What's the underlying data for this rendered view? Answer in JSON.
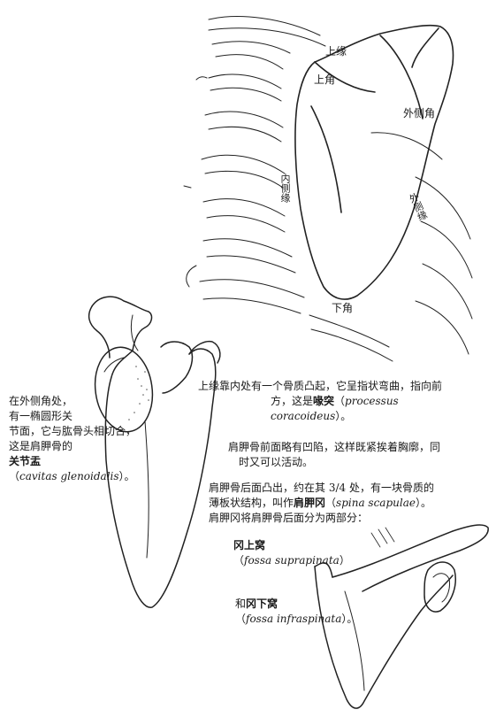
{
  "labels": {
    "upper_border": "上缘",
    "upper_angle": "上角",
    "lateral_angle": "外侧角",
    "medial_border": "内侧缘",
    "lateral_border": "外侧缘",
    "lower_angle": "下角"
  },
  "glenoid_note": {
    "line1": "在外侧角处，",
    "line2": "有一椭圆形关",
    "line3": "节面，它与肱骨头相切合，",
    "line4": "这是肩胛骨的",
    "term": "关节盂",
    "latin_open": "（",
    "latin": "cavitas glenoidalis",
    "latin_close": "）。"
  },
  "coracoid_note": {
    "line1": "上缘靠内处有一个骨质凸起，它呈指状弯曲，指向前",
    "line2_pre": "方，这是",
    "term": "喙突",
    "latin_open": "（",
    "latin": "processus coracoideus",
    "latin_close": "）。"
  },
  "front_note": {
    "line1": "肩胛骨前面略有凹陷，这样既紧挨着胸廓，同",
    "line2": "时又可以活动。"
  },
  "spine_note": {
    "line1": "肩胛骨后面凸出，约在其 3/4 处，有一块骨质的",
    "line2_pre": "薄板状结构，叫作",
    "term": "肩胛冈",
    "latin_open": "（",
    "latin": "spina scapulae",
    "latin_close": "）。",
    "line3": "肩胛冈将肩胛骨后面分为两部分："
  },
  "fossae": {
    "supra_term": "冈上窝",
    "supra_latin_open": "（",
    "supra_latin": "fossa suprapinata",
    "supra_latin_close": "）",
    "infra_pre": "和",
    "infra_term": "冈下窝",
    "infra_latin_open": "（",
    "infra_latin": "fossa infraspinata",
    "infra_latin_close": "）。"
  }
}
